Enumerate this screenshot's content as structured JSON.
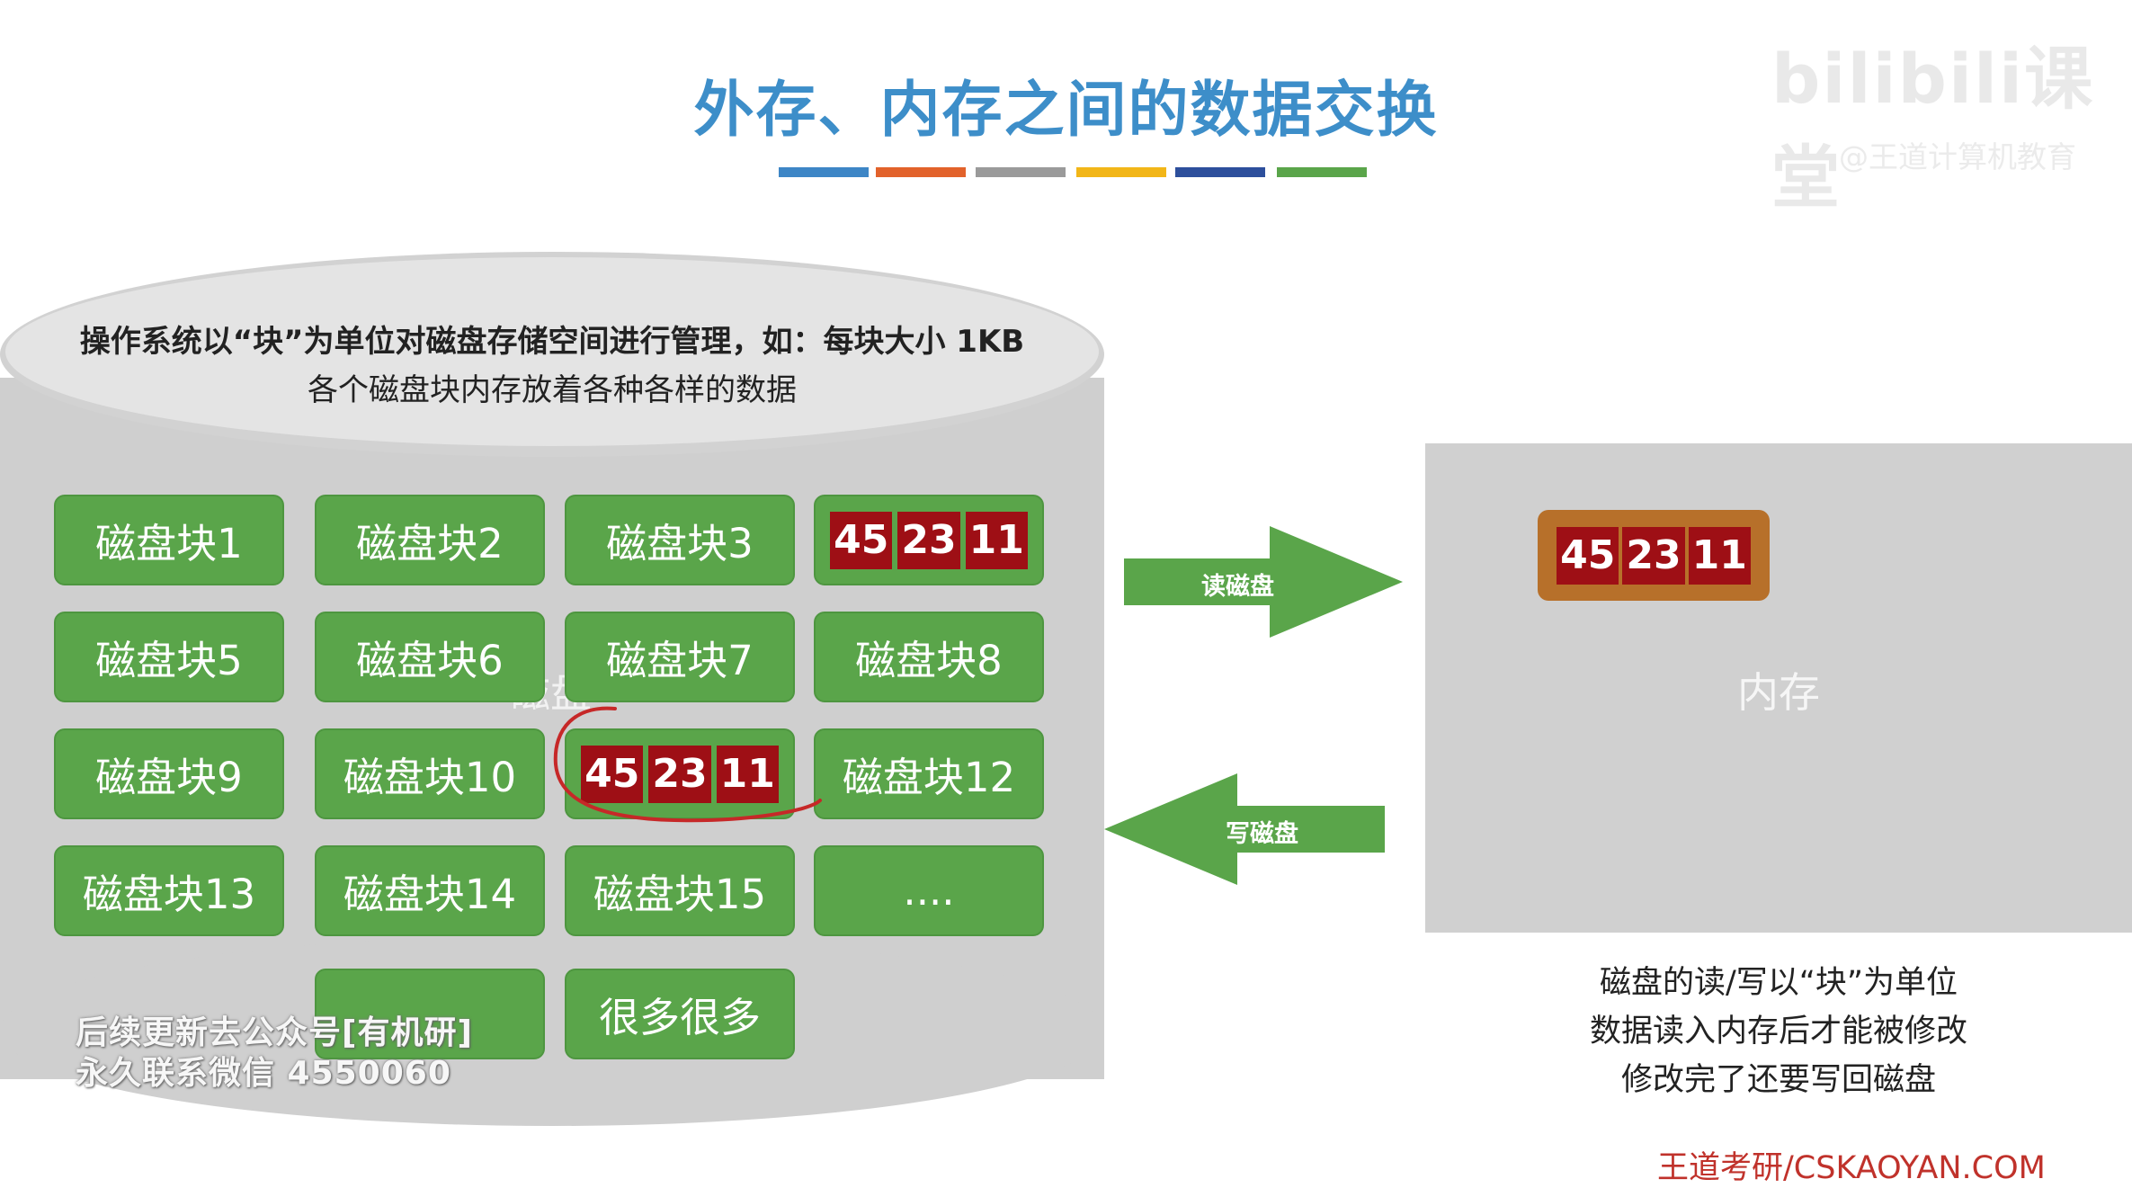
{
  "title": "外存、内存之间的数据交换",
  "title_bar_colors": [
    "#3d86c6",
    "#e2622b",
    "#9a9a9a",
    "#f2b618",
    "#2d4f9c",
    "#5aa54a"
  ],
  "watermark_top": {
    "logo": "bilibili课堂",
    "sub": "@王道计算机教育"
  },
  "disk": {
    "desc_line1": "操作系统以“块”为单位对磁盘存储空间进行管理，如：每块大小 1KB",
    "desc_line2": "各个磁盘块内存放着各种各样的数据",
    "label": "磁盘",
    "blocks": {
      "b1": "磁盘块1",
      "b2": "磁盘块2",
      "b3": "磁盘块3",
      "b5": "磁盘块5",
      "b6": "磁盘块6",
      "b7": "磁盘块7",
      "b8": "磁盘块8",
      "b9": "磁盘块9",
      "b10": "磁盘块10",
      "b12": "磁盘块12",
      "b13": "磁盘块13",
      "b14": "磁盘块14",
      "b15": "磁盘块15",
      "more": "....",
      "many": "很多很多"
    },
    "data_cells": [
      "45",
      "23",
      "11"
    ],
    "data_block_partial": [
      "45",
      "23",
      "11"
    ]
  },
  "arrows": {
    "read": "读磁盘",
    "write": "写磁盘"
  },
  "memory": {
    "label": "内存",
    "data_cells": [
      "45",
      "23",
      "11"
    ]
  },
  "notes": [
    "磁盘的读/写以“块”为单位",
    "数据读入内存后才能被修改",
    "修改完了还要写回磁盘"
  ],
  "brand": "王道考研/CSKAOYAN.COM",
  "watermark_bottom": [
    "后续更新去公众号[有机研]",
    "永久联系微信 4550060"
  ]
}
